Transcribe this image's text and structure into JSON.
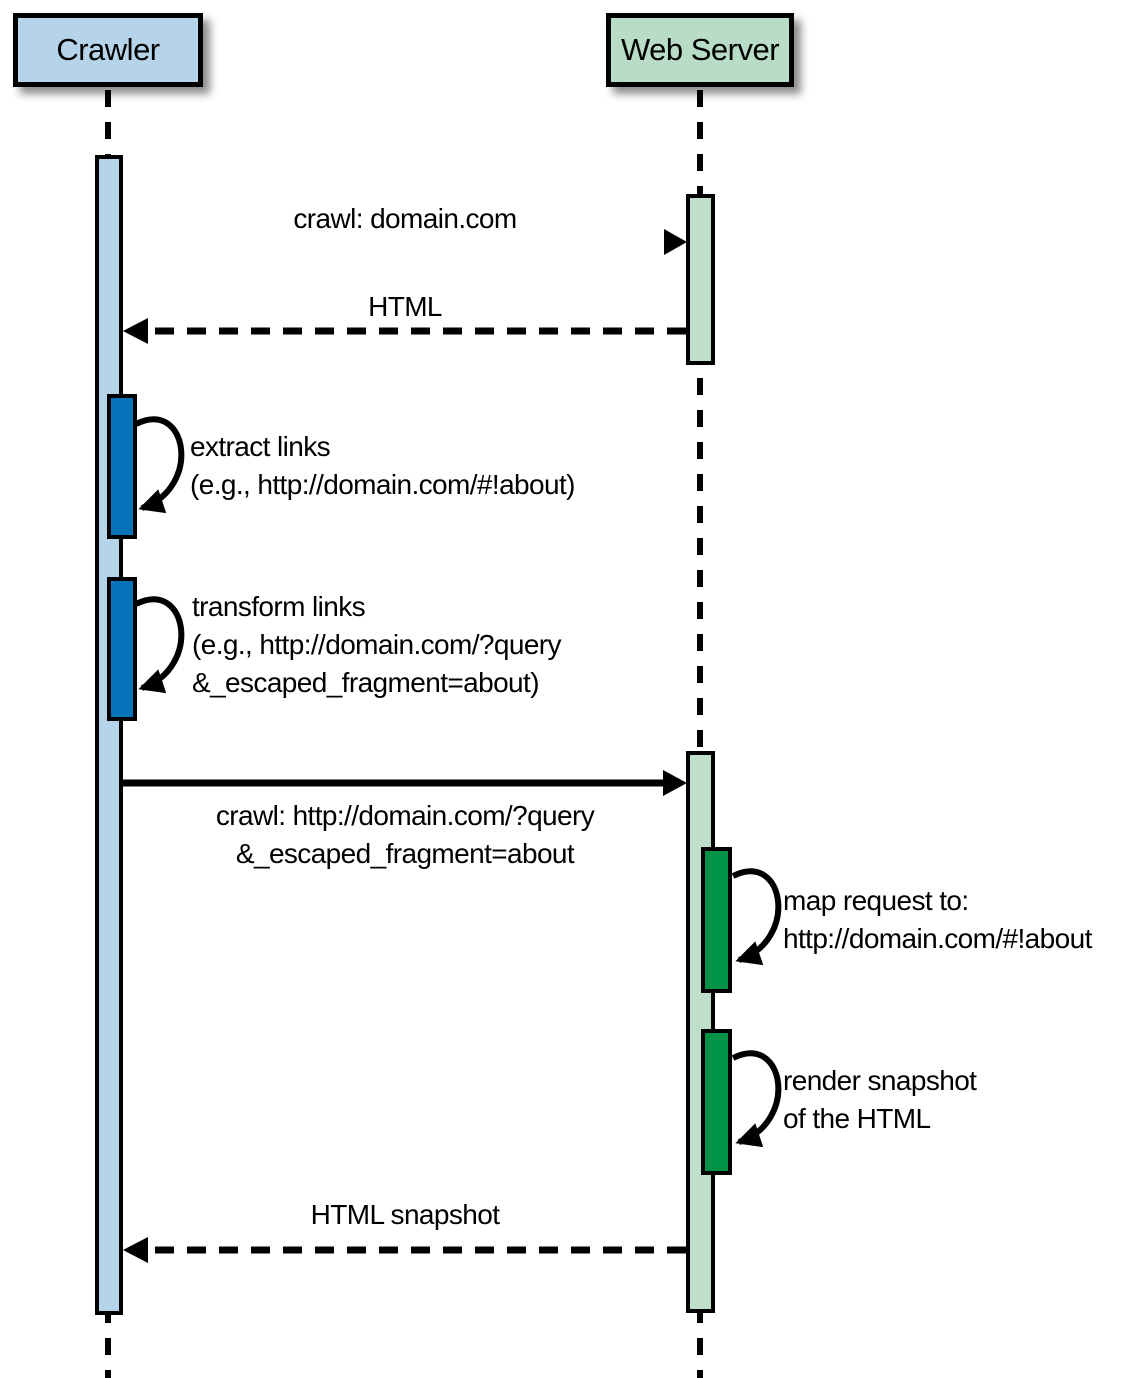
{
  "diagram": {
    "type": "sequence",
    "actors": [
      {
        "id": "crawler",
        "label": "Crawler"
      },
      {
        "id": "web-server",
        "label": "Web Server"
      }
    ],
    "colors": {
      "background": "#ffffff",
      "line": "#000000",
      "crawler_box": "#b5d3e9",
      "crawler_activation": "#b5d3e9",
      "crawler_nested_activation": "#0473bc",
      "server_box": "#b8dcc6",
      "server_activation": "#bfdfca",
      "server_nested_activation": "#009247"
    },
    "messages": [
      {
        "id": "crawl-domain",
        "type": "request",
        "from": "crawler",
        "to": "web-server",
        "lines": [
          "crawl: domain.com"
        ]
      },
      {
        "id": "html-response",
        "type": "return",
        "from": "web-server",
        "to": "crawler",
        "lines": [
          "HTML"
        ]
      },
      {
        "id": "extract-links",
        "type": "self",
        "actor": "crawler",
        "lines": [
          "extract links",
          "(e.g., http://domain.com/#!about)"
        ]
      },
      {
        "id": "transform-links",
        "type": "self",
        "actor": "crawler",
        "lines": [
          "transform links",
          "(e.g., http://domain.com/?query",
          "&_escaped_fragment=about)"
        ]
      },
      {
        "id": "crawl-escaped",
        "type": "request",
        "from": "crawler",
        "to": "web-server",
        "lines": [
          "crawl: http://domain.com/?query",
          "&_escaped_fragment=about"
        ]
      },
      {
        "id": "map-request",
        "type": "self",
        "actor": "web-server",
        "lines": [
          "map request to:",
          "http://domain.com/#!about"
        ]
      },
      {
        "id": "render-snapshot",
        "type": "self",
        "actor": "web-server",
        "lines": [
          "render snapshot",
          "of the HTML"
        ]
      },
      {
        "id": "html-snapshot",
        "type": "return",
        "from": "web-server",
        "to": "crawler",
        "lines": [
          "HTML snapshot"
        ]
      }
    ]
  }
}
